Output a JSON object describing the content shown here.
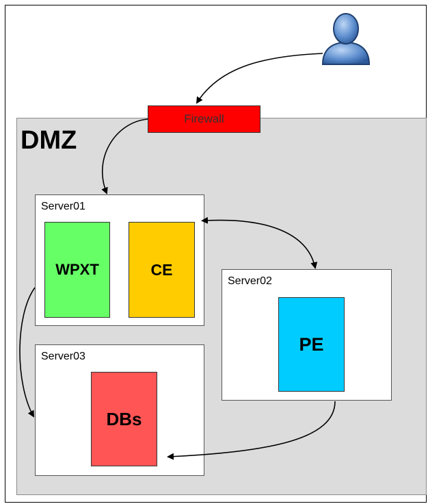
{
  "firewall": {
    "label": "Firewall",
    "color": "#ff0000"
  },
  "zone": {
    "label": "DMZ"
  },
  "user": {
    "icon": "user-icon"
  },
  "servers": [
    {
      "label": "Server01",
      "components": [
        {
          "label": "WPXT",
          "color": "#66ff66"
        },
        {
          "label": "CE",
          "color": "#ffcc00"
        }
      ]
    },
    {
      "label": "Server02",
      "components": [
        {
          "label": "PE",
          "color": "#00ccff"
        }
      ]
    },
    {
      "label": "Server03",
      "components": [
        {
          "label": "DBs",
          "color": "#ff5555"
        }
      ]
    }
  ]
}
